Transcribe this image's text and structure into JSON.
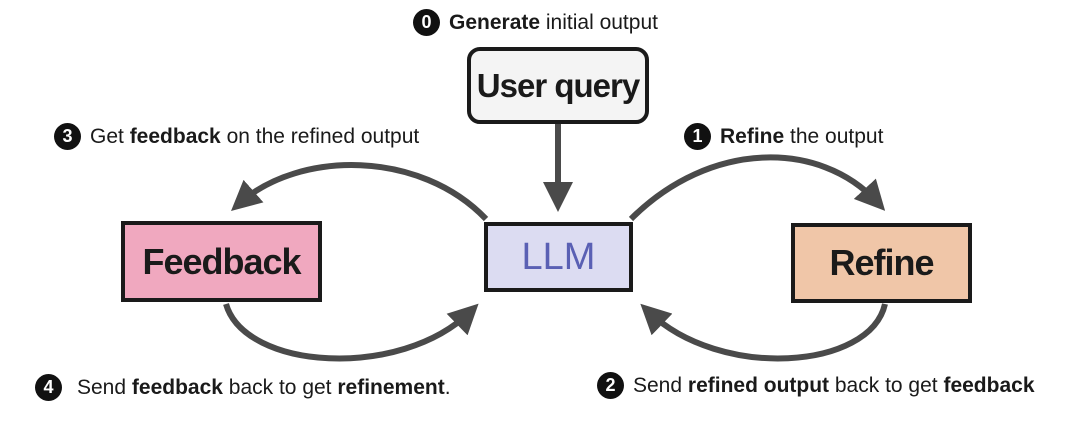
{
  "nodes": {
    "user_query": "User query",
    "llm": "LLM",
    "feedback": "Feedback",
    "refine": "Refine"
  },
  "steps": {
    "s0": {
      "num": "0",
      "bold": "Generate",
      "rest": " initial output"
    },
    "s1": {
      "num": "1",
      "bold": "Refine",
      "rest": " the output"
    },
    "s2": {
      "num": "2",
      "t1": "Send ",
      "b1": "refined output",
      "t2": " back to get ",
      "b2": "feedback"
    },
    "s3": {
      "num": "3",
      "t1": "Get ",
      "b1": "feedback",
      "t2": " on the refined output"
    },
    "s4": {
      "num": "4",
      "t1": "Send ",
      "b1": "feedback",
      "t2": " back to get ",
      "b2": "refinement",
      "t3": "."
    }
  },
  "colors": {
    "llm_fill": "#dcdcf2",
    "llm_text": "#5a60b4",
    "feedback_fill": "#f0a8bf",
    "refine_fill": "#f0c6a8",
    "user_query_fill": "#f4f4f4",
    "arrow": "#4a4a4a"
  }
}
